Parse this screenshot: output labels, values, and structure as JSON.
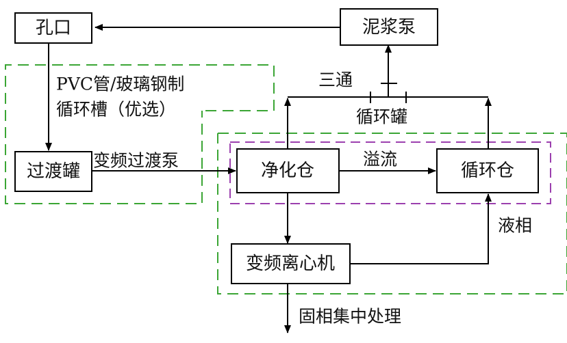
{
  "colors": {
    "green_region": "#3aa534",
    "purple_region": "#9b3fae",
    "line": "#000000"
  },
  "nodes": {
    "kongkou": "孔口",
    "nijiangbeng": "泥浆泵",
    "guodu_guan": "过渡罐",
    "jinghua_cang": "净化仓",
    "xunhuan_cang": "循环仓",
    "lixinji": "变频离心机"
  },
  "labels": {
    "pvc_line1": "PVC管/玻璃钢制",
    "pvc_line2": "循环槽（优选）",
    "santong": "三通",
    "xunhuan_guan": "循环罐",
    "bianpin_beng": "变频过渡泵",
    "yiliu": "溢流",
    "yexiang": "液相",
    "guxiang": "固相集中处理"
  }
}
